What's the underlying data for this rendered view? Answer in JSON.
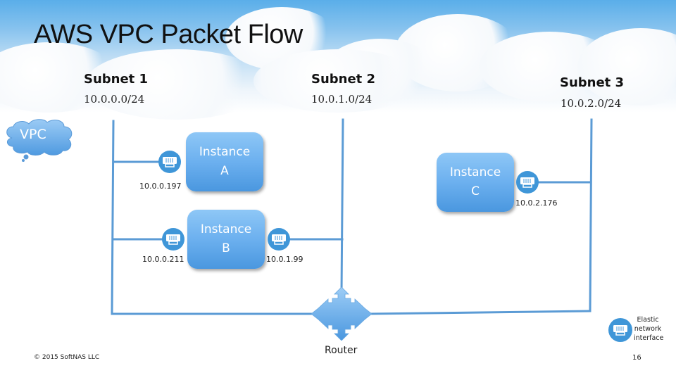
{
  "slide": {
    "title": "AWS VPC Packet Flow",
    "vpc_label": "VPC",
    "subnets": [
      {
        "name": "Subnet 1",
        "cidr": "10.0.0.0/24"
      },
      {
        "name": "Subnet 2",
        "cidr": "10.0.1.0/24"
      },
      {
        "name": "Subnet 3",
        "cidr": "10.0.2.0/24"
      }
    ],
    "instances": [
      {
        "line1": "Instance",
        "line2": "A"
      },
      {
        "line1": "Instance",
        "line2": "B"
      },
      {
        "line1": "Instance",
        "line2": "C"
      }
    ],
    "interfaces": [
      {
        "ip": "10.0.0.197",
        "icon": "network-interface-icon"
      },
      {
        "ip": "10.0.0.211",
        "icon": "network-interface-icon"
      },
      {
        "ip": "10.0.1.99",
        "icon": "network-interface-icon"
      },
      {
        "ip": "10.0.2.176",
        "icon": "network-interface-icon"
      }
    ],
    "router_label": "Router",
    "legend": {
      "icon": "network-interface-icon",
      "label": "Elastic network interface"
    },
    "footer": {
      "copyright": "© 2015  SoftNAS LLC",
      "page_number": "16"
    },
    "colors": {
      "wire": "#5b9bd5",
      "eni": "#3f96d8",
      "instance_top": "#8ec7f6",
      "instance_bottom": "#4a97df"
    }
  }
}
